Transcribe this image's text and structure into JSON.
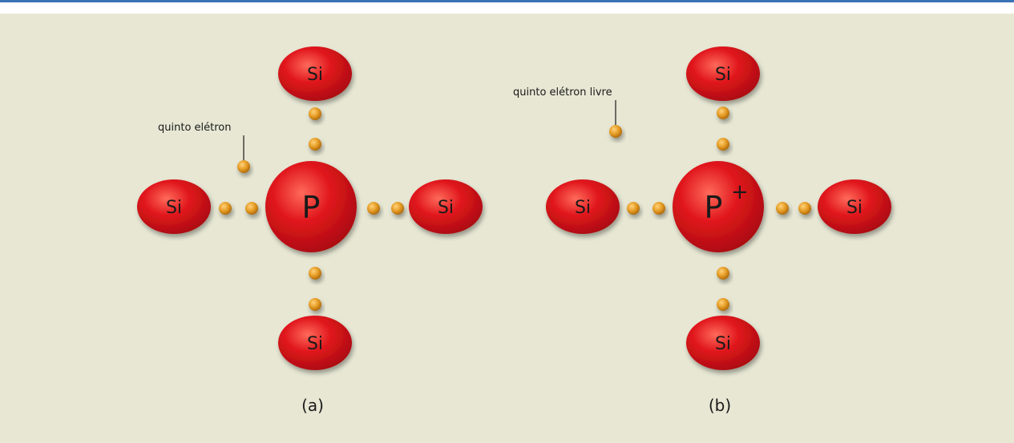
{
  "colors": {
    "top_rule": "#3a73b5",
    "panel_bg": "#e7e7d4",
    "atom_red": "#e0161c",
    "electron_orange": "#e49a22"
  },
  "diagram_a": {
    "caption": "(a)",
    "center_label": "P",
    "neighbor_label": "Si",
    "annotation": "quinto elétron"
  },
  "diagram_b": {
    "caption": "(b)",
    "center_label": "P",
    "center_charge": "+",
    "neighbor_label": "Si",
    "annotation": "quinto elétron livre"
  }
}
